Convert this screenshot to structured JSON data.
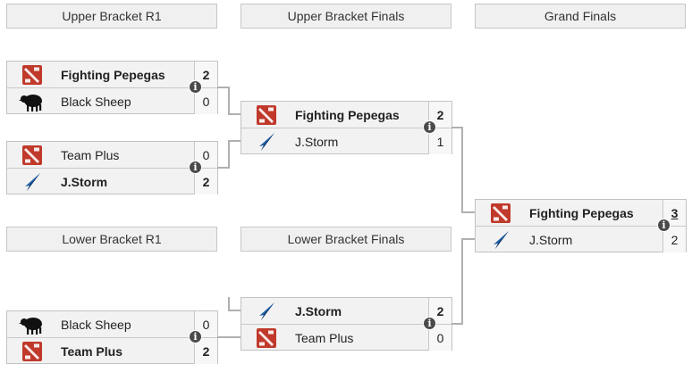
{
  "headers": {
    "upper_r1": "Upper Bracket R1",
    "upper_finals": "Upper Bracket Finals",
    "grand_finals": "Grand Finals",
    "lower_r1": "Lower Bracket R1",
    "lower_finals": "Lower Bracket Finals"
  },
  "info_glyph": "i",
  "matches": {
    "ub_r1_m1": {
      "teams": [
        {
          "name": "Fighting Pepegas",
          "score": "2",
          "logo": "dota-icon",
          "winner": true
        },
        {
          "name": "Black Sheep",
          "score": "0",
          "logo": "sheep-icon",
          "winner": false
        }
      ]
    },
    "ub_r1_m2": {
      "teams": [
        {
          "name": "Team Plus",
          "score": "0",
          "logo": "dota-icon",
          "winner": false
        },
        {
          "name": "J.Storm",
          "score": "2",
          "logo": "jstorm-icon",
          "winner": true
        }
      ]
    },
    "ub_final": {
      "teams": [
        {
          "name": "Fighting Pepegas",
          "score": "2",
          "logo": "dota-icon",
          "winner": true
        },
        {
          "name": "J.Storm",
          "score": "1",
          "logo": "jstorm-icon",
          "winner": false
        }
      ]
    },
    "grand_final": {
      "teams": [
        {
          "name": "Fighting Pepegas",
          "score": "3",
          "logo": "dota-icon",
          "winner": true
        },
        {
          "name": "J.Storm",
          "score": "2",
          "logo": "jstorm-icon",
          "winner": false
        }
      ]
    },
    "lb_final": {
      "teams": [
        {
          "name": "J.Storm",
          "score": "2",
          "logo": "jstorm-icon",
          "winner": true
        },
        {
          "name": "Team Plus",
          "score": "0",
          "logo": "dota-icon",
          "winner": false
        }
      ]
    },
    "lb_r1": {
      "teams": [
        {
          "name": "Black Sheep",
          "score": "0",
          "logo": "sheep-icon",
          "winner": false
        },
        {
          "name": "Team Plus",
          "score": "2",
          "logo": "dota-icon",
          "winner": true
        }
      ]
    }
  },
  "colors": {
    "dota_red": "#c0392b",
    "jstorm_blue": "#1f5fa8",
    "connector": "#b0b0b0"
  }
}
